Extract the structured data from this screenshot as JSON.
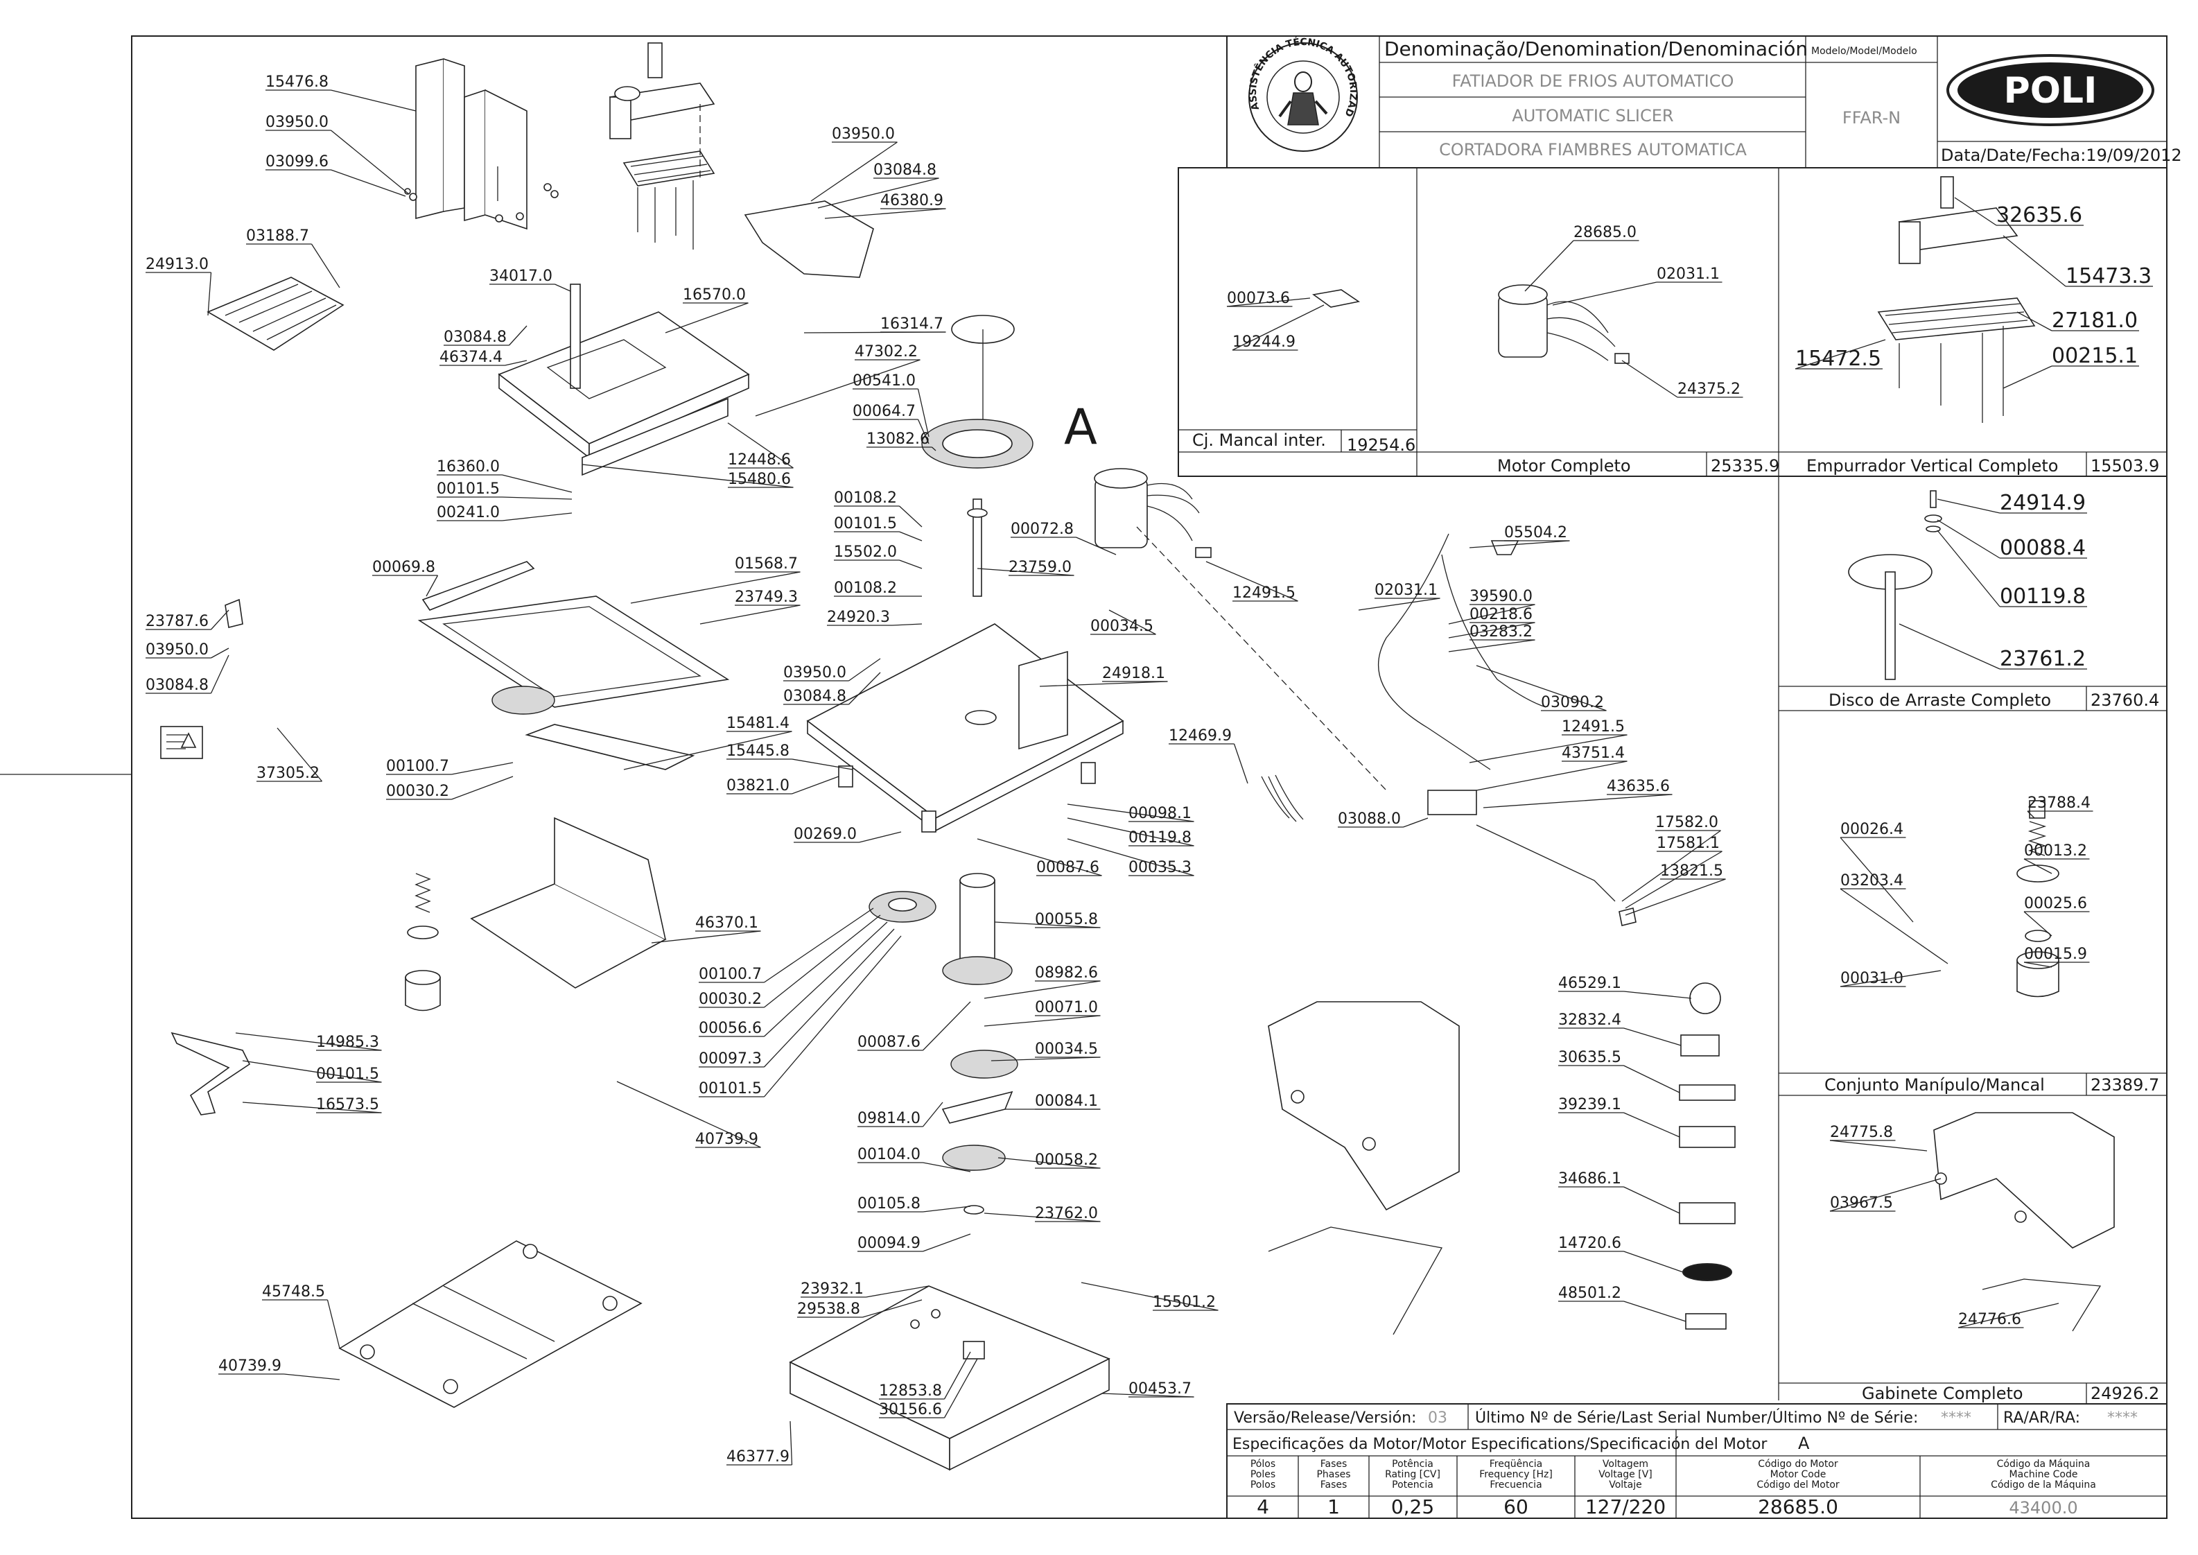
{
  "title_block": {
    "denomination_header": "Denominação/Denomination/Denominación",
    "model_header": "Modelo/Model/Modelo",
    "name_pt": "FATIADOR DE FRIOS AUTOMATICO",
    "name_en": "AUTOMATIC SLICER",
    "name_es": "CORTADORA FIAMBRES AUTOMATICA",
    "model": "FFAR-N",
    "brand": "POLI",
    "date_label": "Data/Date/Fecha:",
    "date": "19/09/2012",
    "seal_text": "ASSISTÊNCIA TÉCNICA AUTORIZADA"
  },
  "release": {
    "label": "Versão/Release/Versión:",
    "value": "03",
    "serial_label": "Último Nº de Série/Last Serial Number/Último Nº de Série:",
    "serial_value": "****",
    "ra_label": "RA/AR/RA:",
    "ra_value": "****"
  },
  "motor_spec": {
    "header": "Especificações da Motor/Motor Especifications/Specificación del Motor",
    "rev": "A",
    "columns": [
      {
        "h": [
          "Pólos",
          "Poles",
          "Polos"
        ],
        "v": "4"
      },
      {
        "h": [
          "Fases",
          "Phases",
          "Fases"
        ],
        "v": "1"
      },
      {
        "h": [
          "Potência",
          "Rating [CV]",
          "Potencia"
        ],
        "v": "0,25"
      },
      {
        "h": [
          "Freqüência",
          "Frequency [Hz]",
          "Frecuencia"
        ],
        "v": "60"
      },
      {
        "h": [
          "Voltagem",
          "Voltage [V]",
          "Voltaje"
        ],
        "v": "127/220"
      },
      {
        "h": [
          "Código do Motor",
          "Motor Code",
          "Código del Motor"
        ],
        "v": "28685.0"
      },
      {
        "h": [
          "Código da Máquina",
          "Machine Code",
          "Código de la Máquina"
        ],
        "v": "43400.0"
      }
    ]
  },
  "sub_assemblies": [
    {
      "name": "Cj. Mancal inter.",
      "code": "19254.6",
      "parts": [
        "00073.6",
        "19244.9"
      ]
    },
    {
      "name": "Motor Completo",
      "code": "25335.9",
      "parts": [
        "28685.0",
        "02031.1",
        "24375.2"
      ]
    },
    {
      "name": "Empurrador Vertical Completo",
      "code": "15503.9",
      "parts": [
        "32635.6",
        "15473.3",
        "27181.0",
        "15472.5",
        "00215.1"
      ]
    },
    {
      "name": "Disco de Arraste Completo",
      "code": "23760.4",
      "parts": [
        "24914.9",
        "00088.4",
        "00119.8",
        "23761.2"
      ]
    },
    {
      "name": "Conjunto Manípulo/Mancal",
      "code": "23389.7",
      "parts": [
        "23788.4",
        "00026.4",
        "00013.2",
        "03203.4",
        "00025.6",
        "00031.0",
        "00015.9"
      ]
    },
    {
      "name": "Gabinete Completo",
      "code": "24926.2",
      "parts": [
        "24775.8",
        "03967.5",
        "24776.6"
      ]
    }
  ],
  "main_labels": [
    "15476.8",
    "03950.0",
    "03099.6",
    "03188.7",
    "24913.0",
    "34017.0",
    "16570.0",
    "03084.8",
    "46374.4",
    "03950.0",
    "03084.8",
    "46380.9",
    "16314.7",
    "47302.2",
    "00541.0",
    "00064.7",
    "13082.6",
    "12448.6",
    "15480.6",
    "16360.0",
    "00101.5",
    "00241.0",
    "00069.8",
    "01568.7",
    "23749.3",
    "23787.6",
    "03950.0",
    "03084.8",
    "37305.2",
    "00100.7",
    "00030.2",
    "00108.2",
    "00101.5",
    "15502.0",
    "00108.2",
    "24920.3",
    "23759.0",
    "00072.8",
    "00034.5",
    "24918.1",
    "03950.0",
    "03084.8",
    "15481.4",
    "15445.8",
    "03821.0",
    "00269.0",
    "00098.1",
    "00119.8",
    "00087.6",
    "00035.3",
    "46370.1",
    "00055.8",
    "00100.7",
    "00030.2",
    "00056.6",
    "00097.3",
    "00101.5",
    "14985.3",
    "00101.5",
    "16573.5",
    "00087.6",
    "08982.6",
    "00071.0",
    "00034.5",
    "09814.0",
    "00084.1",
    "40739.9",
    "00104.0",
    "00058.2",
    "00105.8",
    "23762.0",
    "00094.9",
    "23932.1",
    "29538.8",
    "15501.2",
    "45748.5",
    "40739.9",
    "12853.8",
    "30156.6",
    "00453.7",
    "46377.9",
    "12491.5",
    "02031.1",
    "05504.2",
    "39590.0",
    "00218.6",
    "03283.2",
    "03090.2",
    "12491.5",
    "43751.4",
    "43635.6",
    "12469.9",
    "03088.0",
    "17582.0",
    "17581.1",
    "13821.5",
    "46529.1",
    "32832.4",
    "30635.5",
    "39239.1",
    "34686.1",
    "14720.6",
    "48501.2"
  ],
  "detail_callout": "A"
}
